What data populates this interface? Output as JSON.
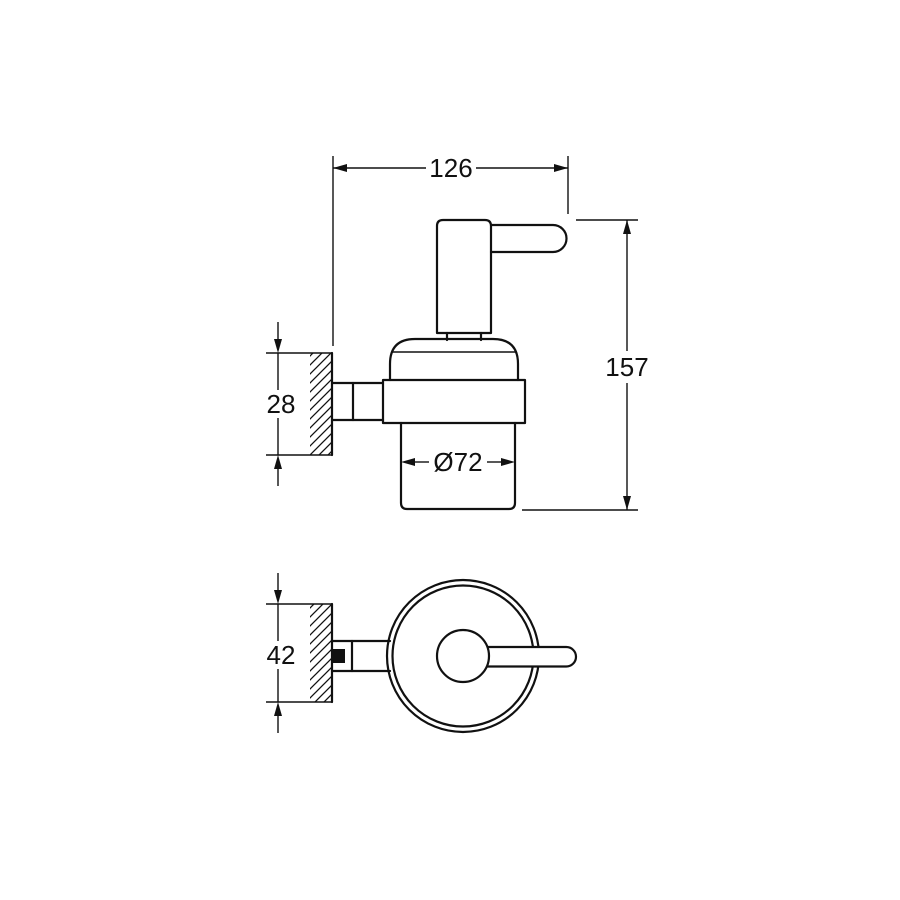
{
  "drawing": {
    "kind": "technical dimension drawing - wall mounted soap dispenser with holder, front view and top view",
    "line_color": "#111111",
    "background_color": "#ffffff",
    "front_view": {
      "width_mm": "126",
      "overall_height_mm": "157",
      "holder_height_mm": "28",
      "glass_diameter_mm": "Ø72"
    },
    "top_view": {
      "wall_depth_mm": "42"
    }
  }
}
